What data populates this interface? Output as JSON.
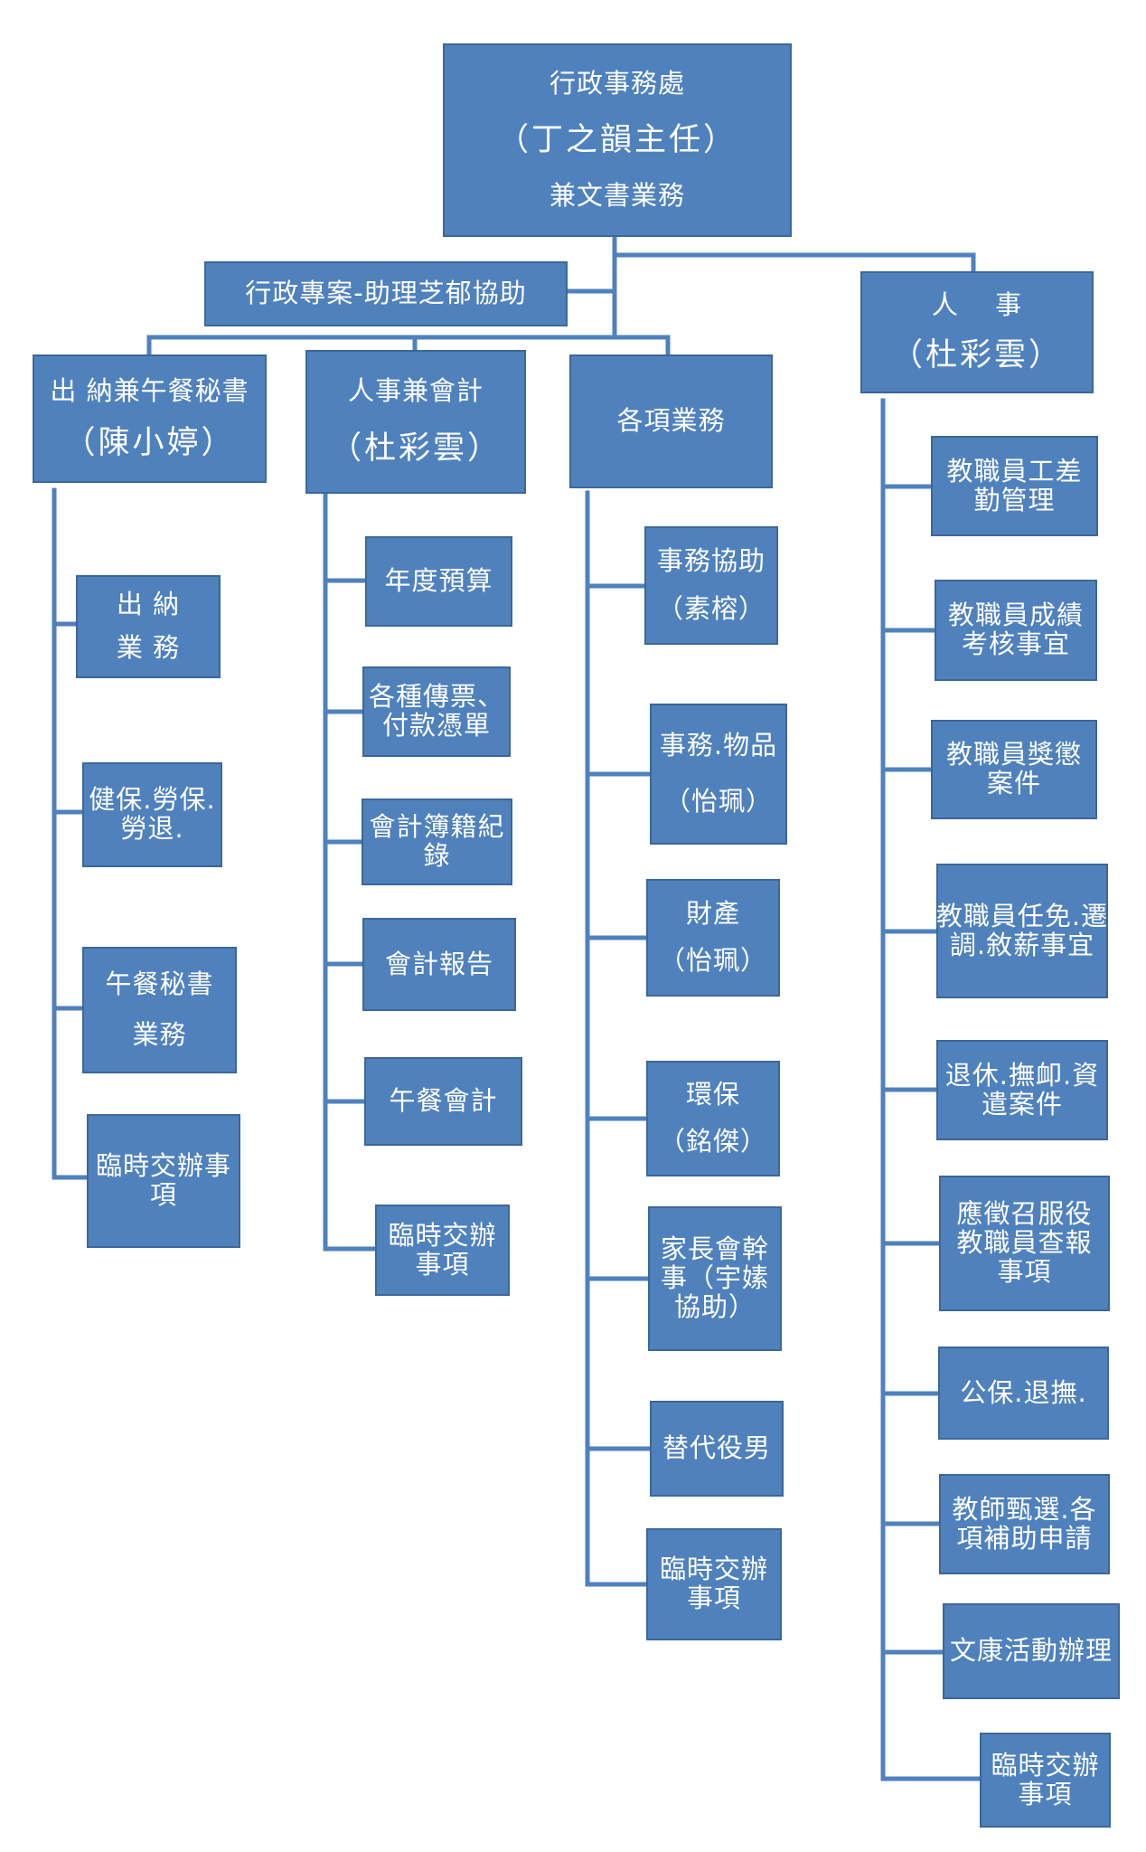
{
  "colors": {
    "box_fill": "#4f81bd",
    "box_border": "#3c6799",
    "line": "#4f81bd",
    "text": "#ffffff"
  },
  "root": {
    "line1": "行政事務處",
    "line2": "（丁之韻主任）",
    "line3": "兼文書業務"
  },
  "assistant": {
    "label": "行政專案-助理芝郁協助"
  },
  "cashier": {
    "head": {
      "line1": "出 納兼午餐秘書",
      "line2": "（陳小婷）"
    },
    "items": [
      {
        "line1": "出 納",
        "line2": "業 務"
      },
      {
        "line1": "健保.勞保.",
        "line2": "勞退."
      },
      {
        "line1": "午餐秘書",
        "line2": "業務"
      },
      {
        "line1": "臨時交辦事",
        "line2": "項"
      }
    ]
  },
  "accounting": {
    "head": {
      "line1": "人事兼會計",
      "line2": "（杜彩雲）"
    },
    "items": [
      {
        "line1": "年度預算"
      },
      {
        "line1": "各種傳票、",
        "line2": "付款憑單"
      },
      {
        "line1": "會計簿籍紀",
        "line2": "錄"
      },
      {
        "line1": "會計報告"
      },
      {
        "line1": "午餐會計"
      },
      {
        "line1": "臨時交辦",
        "line2": "事項"
      }
    ]
  },
  "general": {
    "head": {
      "line1": "各項業務"
    },
    "items": [
      {
        "line1": "事務協助",
        "line2": "（素榕）"
      },
      {
        "line1": "事務.物品",
        "line2": "（怡珮）"
      },
      {
        "line1": "財產",
        "line2": "（怡珮）"
      },
      {
        "line1": "環保",
        "line2": "（銘傑）"
      },
      {
        "line1": "家長會幹",
        "line2": "事（宇嫊",
        "line3": "協助）"
      },
      {
        "line1": "替代役男"
      },
      {
        "line1": "臨時交辦",
        "line2": "事項"
      }
    ]
  },
  "personnel": {
    "head": {
      "line1": "人　 事",
      "line2": "（杜彩雲）"
    },
    "items": [
      {
        "line1": "教職員工差",
        "line2": "勤管理"
      },
      {
        "line1": "教職員成績",
        "line2": "考核事宜"
      },
      {
        "line1": "教職員獎懲",
        "line2": "案件"
      },
      {
        "line1": "教職員任免.遷",
        "line2": "調.敘薪事宜"
      },
      {
        "line1": "退休.撫卹.資",
        "line2": "遣案件"
      },
      {
        "line1": "應徵召服役",
        "line2": "教職員查報",
        "line3": "事項"
      },
      {
        "line1": "公保.退撫."
      },
      {
        "line1": "教師甄選.各",
        "line2": "項補助申請"
      },
      {
        "line1": "文康活動辦理"
      },
      {
        "line1": "臨時交辦",
        "line2": "事項"
      }
    ]
  }
}
